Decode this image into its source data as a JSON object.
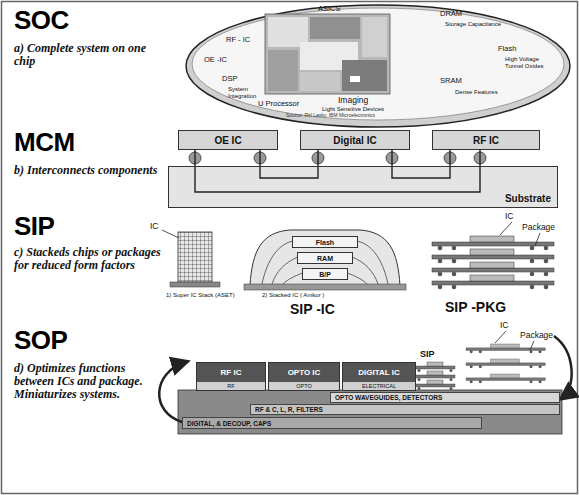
{
  "diagram": {
    "nodes": [
      {
        "text": [
          "OE IC"
        ]
      },
      {
        "text": [
          "Digital IC"
        ]
      },
      {
        "text": [
          "RF IC"
        ]
      },
      {
        "text": [
          "Substrate"
        ]
      },
      {
        "text": [
          "Flash"
        ]
      },
      {
        "text": [
          "RAM"
        ]
      },
      {
        "text": [
          "B/P"
        ]
      },
      {
        "text": [
          "RF IC",
          "RF"
        ]
      },
      {
        "text": [
          "OPTO IC",
          "OPTO"
        ]
      },
      {
        "text": [
          "DIGITAL IC",
          "ELECTRICAL"
        ]
      },
      {
        "text": [
          "OPTO WAVEGUIDES, DETECTORS"
        ]
      },
      {
        "text": [
          "RF & C, L, R, FILTERS"
        ]
      },
      {
        "text": [
          "DIGITAL, & DECOUP, CAPS"
        ]
      }
    ],
    "edges": [
      {
        "from": 0,
        "to": 1,
        "arrow": "none"
      },
      {
        "from": 1,
        "to": 2,
        "arrow": "none"
      },
      {
        "from": 0,
        "to": 2,
        "arrow": "none"
      }
    ],
    "labels": [
      "SOC",
      "a) Complete system on one chip",
      "ASICS",
      "RF - IC",
      "OE -IC",
      "DSP",
      "System Integration",
      "U Processor",
      "Imaging",
      "Light Sensitive Devices",
      "DRAM",
      "Storage Capacitance",
      "Flash",
      "High Voltage Tunnel Oxides",
      "SRAM",
      "Dense Features",
      "Source: Rkl Lasky, IBM Microelectronics",
      "MCM",
      "b) Interconnects components",
      "SIP",
      "c) Stackeds chips or packages for reduced form factors",
      "IC",
      "1) Super IC Stack (ASET)",
      "2) Stacked IC ( Amkor )",
      "SIP -IC",
      "IC",
      "Package",
      "SIP -PKG",
      "SOP",
      "d) Optimizes functions between ICs and package. Miniaturizes systems.",
      "SIP",
      "IC",
      "Package"
    ]
  }
}
